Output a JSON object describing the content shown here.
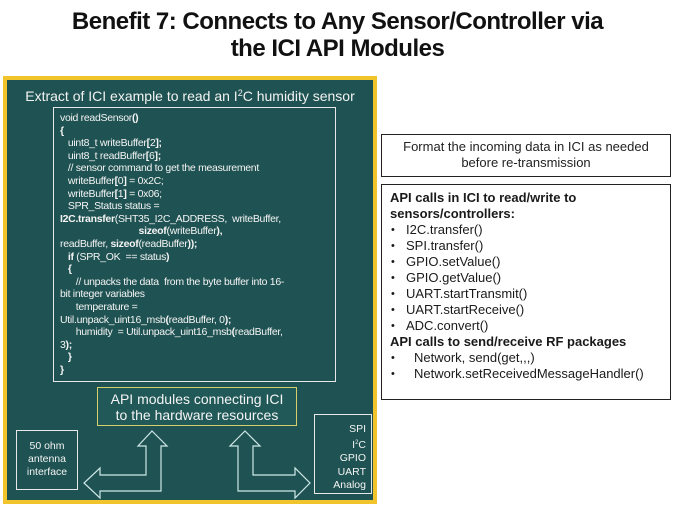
{
  "title": {
    "line1": "Benefit 7: Connects to Any Sensor/Controller via",
    "line2": "the ICI API Modules"
  },
  "colors": {
    "frame_border": "#f2c42c",
    "frame_bg": "#1f5252",
    "api_box_border": "#d6cf6a"
  },
  "extract": {
    "caption_pre": "Extract of ICI example to read an I",
    "caption_sup": "2",
    "caption_post": "C humidity sensor",
    "code_lines": [
      {
        "indent": "",
        "parts": [
          [
            "n",
            "void readSensor"
          ],
          [
            "b",
            "()"
          ]
        ]
      },
      {
        "indent": "",
        "parts": [
          [
            "b",
            "{"
          ]
        ]
      },
      {
        "indent": "   ",
        "parts": [
          [
            "n",
            "uint8_t writeBuffer"
          ],
          [
            "b",
            "["
          ],
          [
            "n",
            "2"
          ],
          [
            "b",
            "];"
          ]
        ]
      },
      {
        "indent": "   ",
        "parts": [
          [
            "n",
            "uint8_t readBuffer"
          ],
          [
            "b",
            "["
          ],
          [
            "n",
            "6"
          ],
          [
            "b",
            "];"
          ]
        ]
      },
      {
        "indent": "   ",
        "parts": [
          [
            "n",
            "// sensor command to get the measurement"
          ]
        ]
      },
      {
        "indent": "   ",
        "parts": [
          [
            "n",
            "writeBuffer"
          ],
          [
            "b",
            "["
          ],
          [
            "n",
            "0"
          ],
          [
            "b",
            "]"
          ],
          [
            "n",
            " = 0x2C;"
          ]
        ]
      },
      {
        "indent": "   ",
        "parts": [
          [
            "n",
            "writeBuffer"
          ],
          [
            "b",
            "["
          ],
          [
            "n",
            "1"
          ],
          [
            "b",
            "]"
          ],
          [
            "n",
            " = 0x06;"
          ]
        ]
      },
      {
        "indent": "   ",
        "parts": [
          [
            "n",
            "SPR_Status status ="
          ]
        ]
      },
      {
        "indent": "",
        "parts": [
          [
            "b",
            "I2C.transfer"
          ],
          [
            "n",
            "(SHT35_I2C_ADDRESS,  writeBuffer,"
          ]
        ]
      },
      {
        "indent": "                              ",
        "parts": [
          [
            "b",
            "sizeof"
          ],
          [
            "n",
            "(writeBuffer"
          ],
          [
            "b",
            "),"
          ]
        ]
      },
      {
        "indent": "",
        "parts": [
          [
            "n",
            "readBuffer, "
          ],
          [
            "b",
            "sizeof"
          ],
          [
            "n",
            "(readBuffer"
          ],
          [
            "b",
            "));"
          ]
        ]
      },
      {
        "indent": "   ",
        "parts": [
          [
            "b",
            "if"
          ],
          [
            "n",
            " (SPR_OK  == status"
          ],
          [
            "b",
            ")"
          ]
        ]
      },
      {
        "indent": "   ",
        "parts": [
          [
            "b",
            "{"
          ]
        ]
      },
      {
        "indent": "      ",
        "parts": [
          [
            "n",
            "// unpacks the data  from the byte buffer into 16-"
          ]
        ]
      },
      {
        "indent": "",
        "parts": [
          [
            "n",
            "bit integer variables"
          ]
        ]
      },
      {
        "indent": "      ",
        "parts": [
          [
            "n",
            "temperature ="
          ]
        ]
      },
      {
        "indent": "",
        "parts": [
          [
            "n",
            "Util.unpack_uint16_msb"
          ],
          [
            "b",
            "("
          ],
          [
            "n",
            "readBuffer, 0"
          ],
          [
            "b",
            ");"
          ]
        ]
      },
      {
        "indent": "      ",
        "parts": [
          [
            "n",
            "humidity  = Util.unpack_uint16_msb"
          ],
          [
            "b",
            "("
          ],
          [
            "n",
            "readBuffer,"
          ]
        ]
      },
      {
        "indent": "",
        "parts": [
          [
            "n",
            "3"
          ],
          [
            "b",
            ");"
          ]
        ]
      },
      {
        "indent": "   ",
        "parts": [
          [
            "b",
            "}"
          ]
        ]
      },
      {
        "indent": "",
        "parts": [
          [
            "b",
            "}"
          ]
        ]
      }
    ]
  },
  "api_modules": {
    "line1": "API modules connecting ICI",
    "line2": "to the hardware resources"
  },
  "antenna": {
    "line1": "50 ohm",
    "line2": "antenna",
    "line3": "interface"
  },
  "interfaces": {
    "items": [
      "SPI",
      "I2C",
      "GPIO",
      "UART",
      "Analog"
    ]
  },
  "format_note": {
    "line1": "Format the incoming data in ICI as needed",
    "line2": "before re-transmission"
  },
  "api_calls": {
    "sensor_heading_line1": "API calls in ICI to read/write to",
    "sensor_heading_line2": "sensors/controllers:",
    "sensor_calls": [
      "I2C.transfer()",
      "SPI.transfer()",
      "GPIO.setValue()",
      "GPIO.getValue()",
      "UART.startTransmit()",
      "UART.startReceive()",
      "ADC.convert()"
    ],
    "rf_heading": "API calls to send/receive RF packages",
    "rf_calls": [
      "Network, send(get,,,)",
      "Network.setReceivedMessageHandler()"
    ]
  }
}
